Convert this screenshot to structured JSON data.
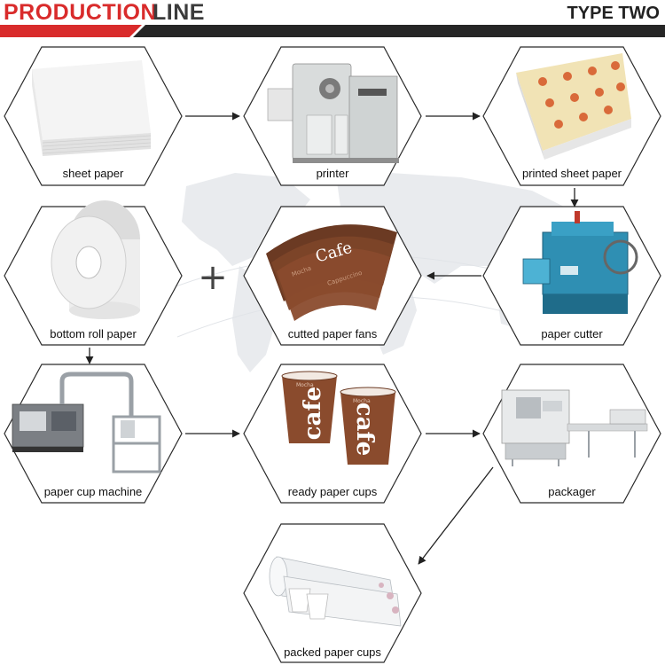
{
  "header": {
    "title_red": "PRODUCTION",
    "title_dark": "LINE",
    "type_label": "TYPE TWO",
    "accent_red": "#d92b2b",
    "bar_dark": "#262626"
  },
  "nodes": [
    {
      "id": "sheet-paper",
      "label": "sheet paper",
      "icon": "paper-stack"
    },
    {
      "id": "printer",
      "label": "printer",
      "icon": "offset-printer"
    },
    {
      "id": "printed-sheet-paper",
      "label": "printed sheet paper",
      "icon": "printed-stack"
    },
    {
      "id": "bottom-roll-paper",
      "label": "bottom roll paper",
      "icon": "paper-roll"
    },
    {
      "id": "cutted-paper-fans",
      "label": "cutted paper fans",
      "icon": "cup-fans"
    },
    {
      "id": "paper-cutter",
      "label": "paper cutter",
      "icon": "die-cutter"
    },
    {
      "id": "paper-cup-machine",
      "label": "paper cup machine",
      "icon": "cup-machine"
    },
    {
      "id": "ready-paper-cups",
      "label": "ready paper cups",
      "icon": "printed-cups"
    },
    {
      "id": "packager",
      "label": "packager",
      "icon": "packing-machine"
    },
    {
      "id": "packed-paper-cups",
      "label": "packed paper cups",
      "icon": "cup-sleeves"
    }
  ],
  "cup_print": {
    "cafe": "Cafe",
    "cafe_big": "cafe",
    "mocha": "Mocha",
    "cappuccino": "Cappuccino"
  },
  "plus_symbol": "+"
}
